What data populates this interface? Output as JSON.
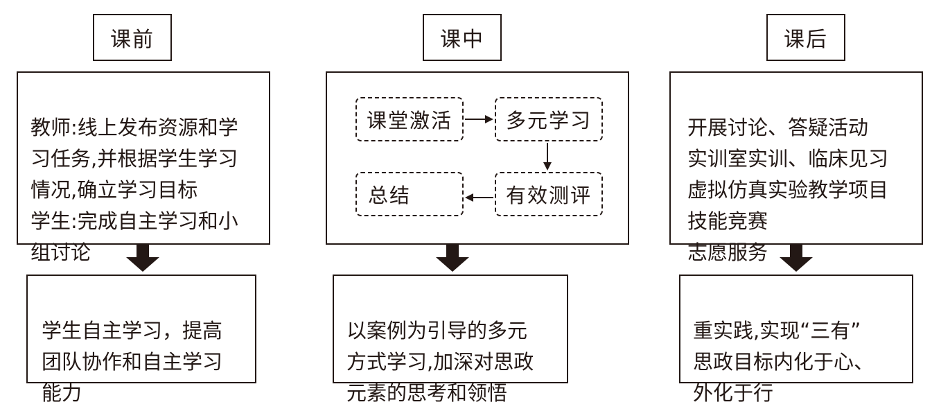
{
  "columns": [
    {
      "header": "课前",
      "content": "教师:线上发布资源和学\n习任务,并根据学生学习\n情况,确立学习目标\n学生:完成自主学习和小\n组讨论",
      "result": "学生自主学习，提高\n团队协作和自主学习\n能力"
    },
    {
      "header": "课中",
      "steps": {
        "activate": "课堂激活",
        "multi_learning": "多元学习",
        "evaluation": "有效测评",
        "summary": "总结"
      },
      "result": "以案例为引导的多元\n方式学习,加深对思政\n元素的思考和领悟"
    },
    {
      "header": "课后",
      "content": "开展讨论、答疑活动\n实训室实训、临床见习\n虚拟仿真实验教学项目\n技能竞赛\n志愿服务",
      "result": "重实践,实现“三有”\n思政目标内化于心、\n外化于行"
    }
  ],
  "colors": {
    "line": "#231815",
    "background": "#ffffff"
  }
}
